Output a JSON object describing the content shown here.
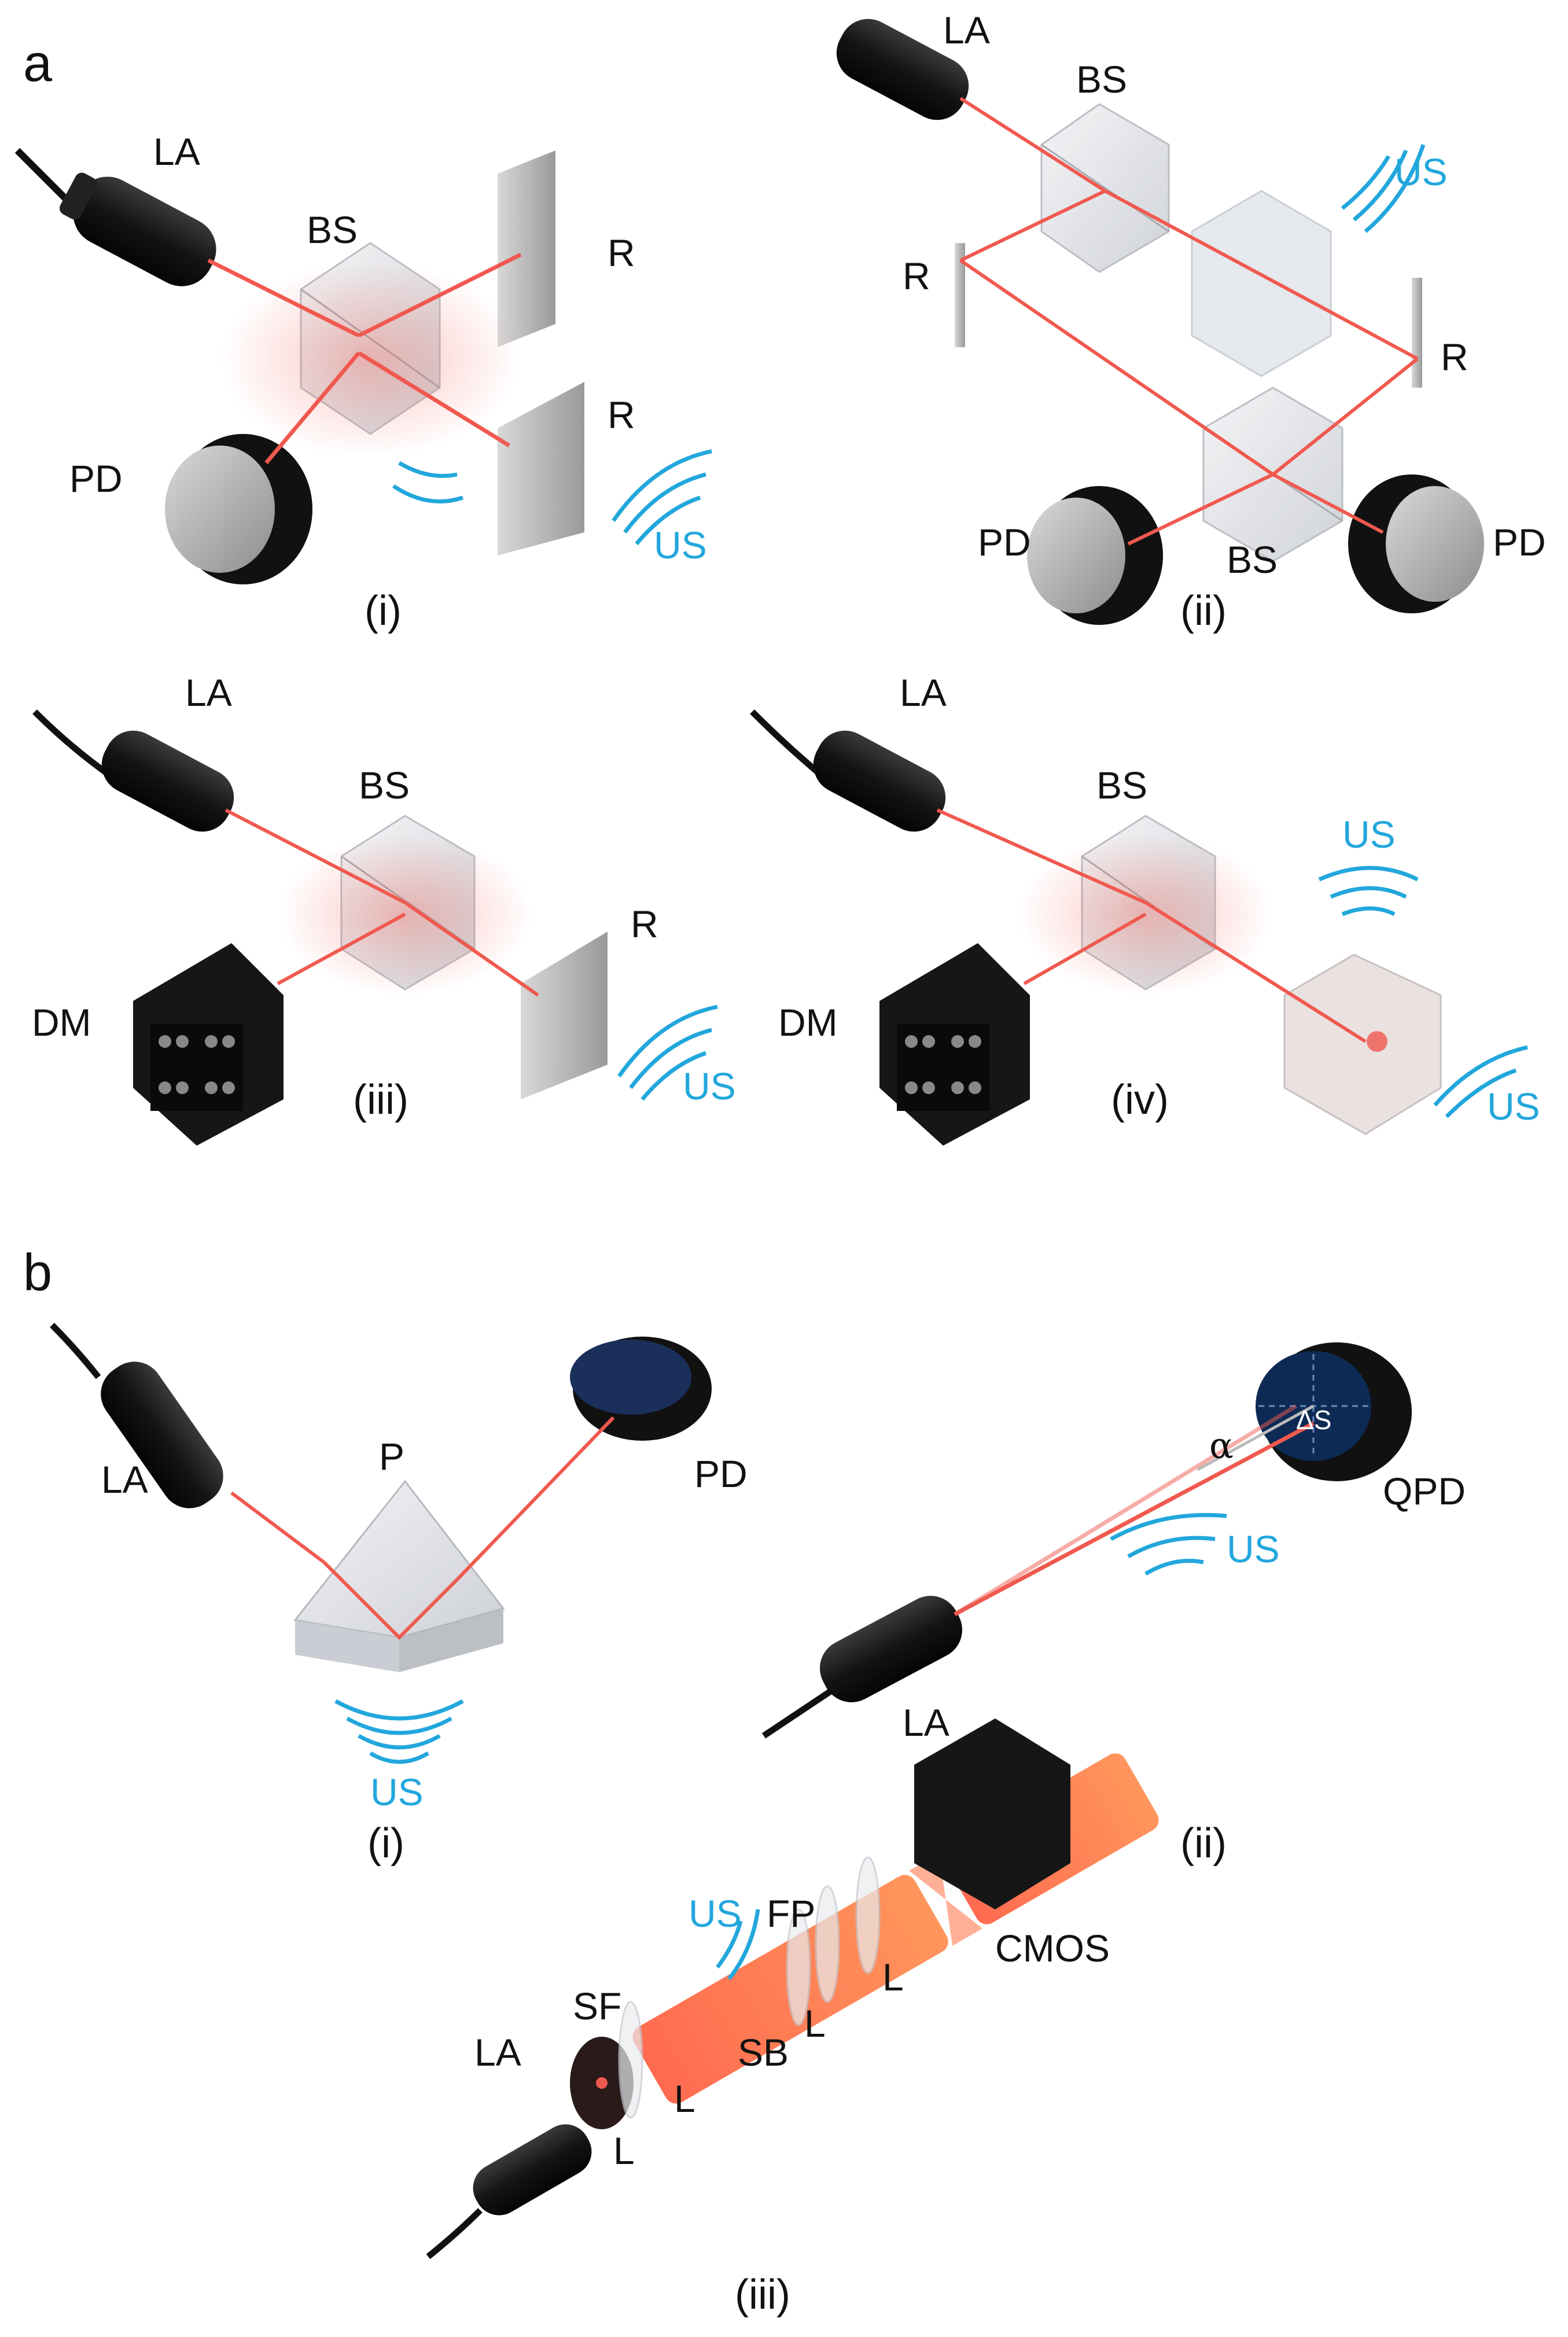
{
  "figure": {
    "panel_a": {
      "letter": "a",
      "sub_i": {
        "caption": "(i)",
        "labels": {
          "laser": "LA",
          "splitter": "BS",
          "ref_mirror": "R",
          "sample_mirror": "R",
          "detector": "PD",
          "ultrasound": "US"
        }
      },
      "sub_ii": {
        "caption": "(ii)",
        "labels": {
          "laser": "LA",
          "splitter_in": "BS",
          "mirror_left": "R",
          "mirror_right": "R",
          "splitter_out": "BS",
          "detector_left": "PD",
          "detector_right": "PD",
          "ultrasound": "US"
        }
      },
      "sub_iii": {
        "caption": "(iii)",
        "labels": {
          "laser": "LA",
          "splitter": "BS",
          "mirror": "R",
          "camera": "DM",
          "ultrasound": "US"
        }
      },
      "sub_iv": {
        "caption": "(iv)",
        "labels": {
          "laser": "LA",
          "splitter": "BS",
          "camera": "DM",
          "ultrasound_top": "US",
          "ultrasound_bottom": "US"
        }
      }
    },
    "panel_b": {
      "letter": "b",
      "sub_i": {
        "caption": "(i)",
        "labels": {
          "laser": "LA",
          "prism": "P",
          "detector": "PD",
          "ultrasound": "US"
        }
      },
      "sub_ii": {
        "caption": "(ii)",
        "labels": {
          "laser": "LA",
          "angle": "α",
          "displacement": "ΔS",
          "detector": "QPD",
          "ultrasound": "US"
        }
      },
      "sub_iii": {
        "caption": "(iii)",
        "labels": {
          "laser": "LA",
          "filter": "SF",
          "lens1": "L",
          "lens2": "L",
          "beam": "SB",
          "lens3": "L",
          "lens4": "L",
          "focal_plane": "FP",
          "camera": "CMOS",
          "ultrasound": "US"
        }
      }
    },
    "colors": {
      "laser_beam": "#f0594f",
      "ultrasound": "#22a7dc",
      "device_body": "#151515",
      "glass": "#d9dde3"
    }
  }
}
